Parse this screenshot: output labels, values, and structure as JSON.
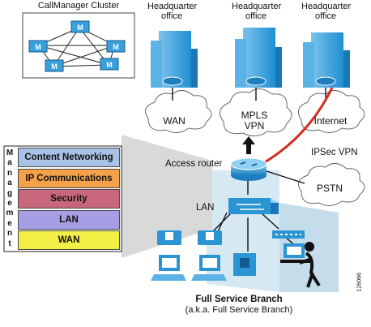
{
  "cluster": {
    "title": "CallManager Cluster",
    "node_label": "M"
  },
  "offices": [
    {
      "label": "Headquarter office"
    },
    {
      "label": "Headquarter office"
    },
    {
      "label": "Headquarter office"
    }
  ],
  "clouds": {
    "wan": "WAN",
    "mpls": "MPLS VPN",
    "internet": "Internet",
    "pstn": "PSTN"
  },
  "labels": {
    "access_router": "Access router",
    "ipsec_vpn": "IPSec VPN",
    "lan": "LAN",
    "branch_title": "Full Service Branch",
    "branch_subtitle": "(a.k.a. Full Service Branch)",
    "figure_id": "126066"
  },
  "management": {
    "letters": [
      "M",
      "a",
      "n",
      "a",
      "g",
      "e",
      "m",
      "e",
      "n",
      "t"
    ],
    "layers": [
      {
        "label": "Content Networking",
        "color": "#a9c1e6"
      },
      {
        "label": "IP Communications",
        "color": "#f5a14a"
      },
      {
        "label": "Security",
        "color": "#c8677c"
      },
      {
        "label": "LAN",
        "color": "#a79fe6"
      },
      {
        "label": "WAN",
        "color": "#f2ef46"
      }
    ]
  },
  "colors": {
    "device_blue": "#1f8fd2",
    "ipsec_line": "#d62b1e",
    "branch_bg": "#cfe4f0"
  }
}
